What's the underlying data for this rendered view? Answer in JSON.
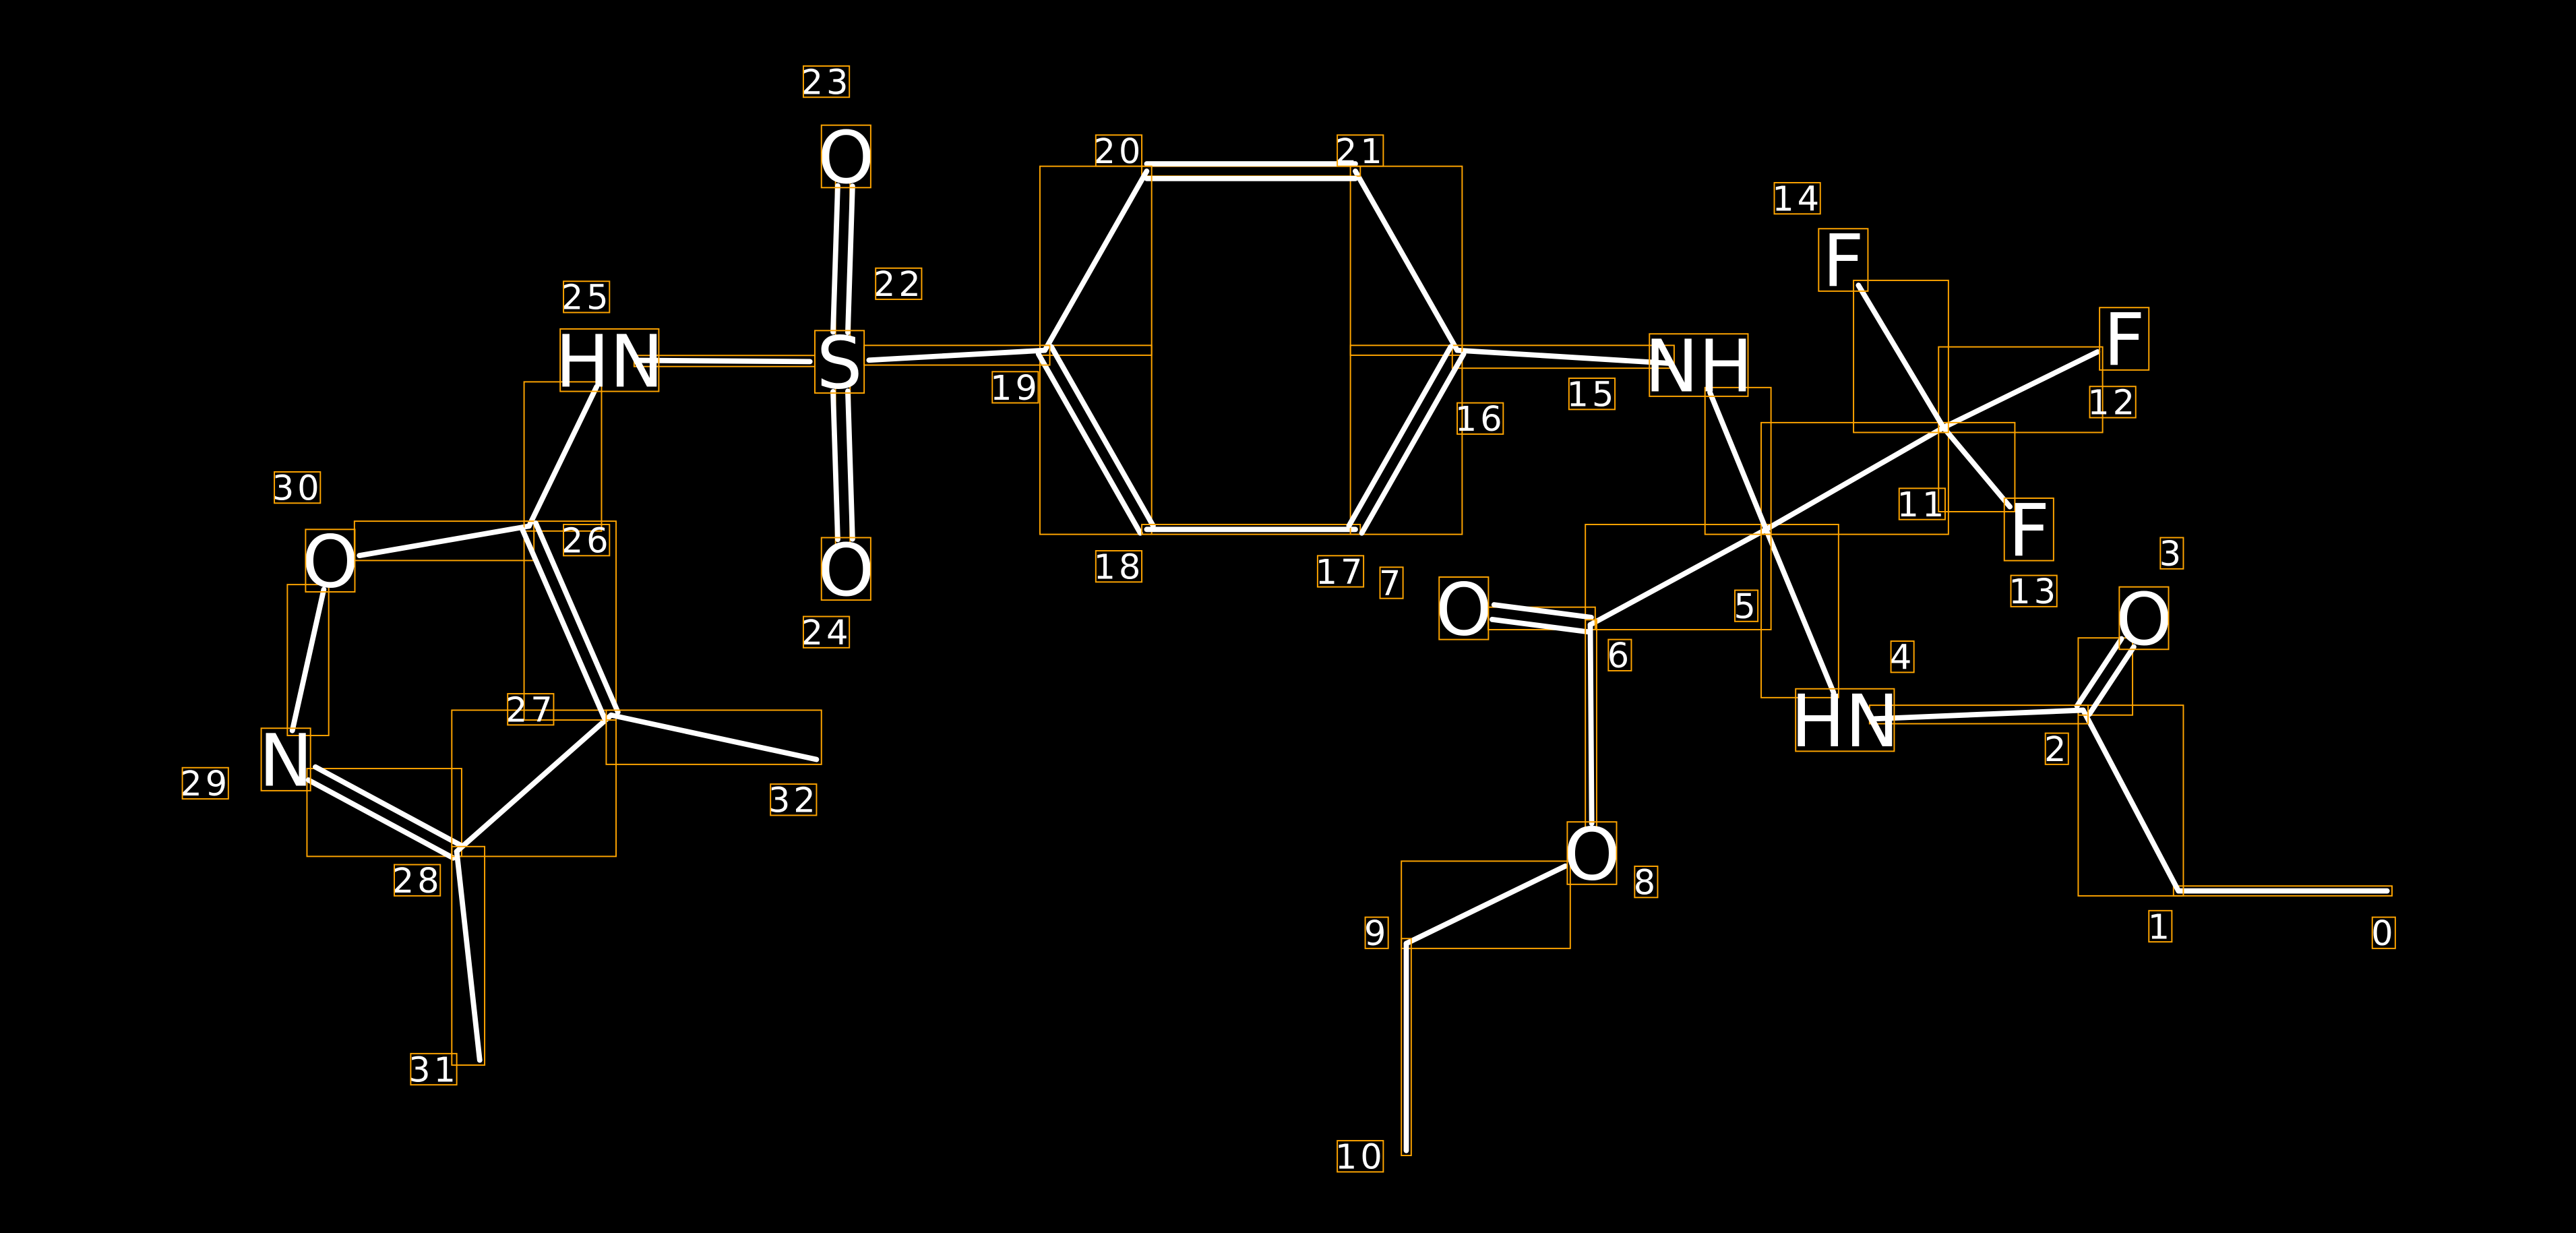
{
  "colors": {
    "background": "#000000",
    "bond": "#ffffff",
    "box": "#ffa500",
    "text": "#ffffff"
  },
  "atoms": [
    {
      "index": "0",
      "symbol": ""
    },
    {
      "index": "1",
      "symbol": ""
    },
    {
      "index": "2",
      "symbol": ""
    },
    {
      "index": "3",
      "symbol": "O"
    },
    {
      "index": "4",
      "symbol": "HN"
    },
    {
      "index": "5",
      "symbol": ""
    },
    {
      "index": "6",
      "symbol": ""
    },
    {
      "index": "7",
      "symbol": "O"
    },
    {
      "index": "8",
      "symbol": "O"
    },
    {
      "index": "9",
      "symbol": ""
    },
    {
      "index": "10",
      "symbol": ""
    },
    {
      "index": "11",
      "symbol": ""
    },
    {
      "index": "12",
      "symbol": "F"
    },
    {
      "index": "13",
      "symbol": "F"
    },
    {
      "index": "14",
      "symbol": "F"
    },
    {
      "index": "15",
      "symbol": "NH"
    },
    {
      "index": "16",
      "symbol": ""
    },
    {
      "index": "17",
      "symbol": ""
    },
    {
      "index": "18",
      "symbol": ""
    },
    {
      "index": "19",
      "symbol": ""
    },
    {
      "index": "20",
      "symbol": ""
    },
    {
      "index": "21",
      "symbol": ""
    },
    {
      "index": "22",
      "symbol": "S"
    },
    {
      "index": "23",
      "symbol": "O"
    },
    {
      "index": "24",
      "symbol": "O"
    },
    {
      "index": "25",
      "symbol": "HN"
    },
    {
      "index": "26",
      "symbol": ""
    },
    {
      "index": "27",
      "symbol": ""
    },
    {
      "index": "28",
      "symbol": ""
    },
    {
      "index": "29",
      "symbol": "N"
    },
    {
      "index": "30",
      "symbol": "O"
    },
    {
      "index": "31",
      "symbol": ""
    },
    {
      "index": "32",
      "symbol": ""
    }
  ],
  "bonds": [
    [
      0,
      1,
      1
    ],
    [
      1,
      2,
      1
    ],
    [
      2,
      3,
      2
    ],
    [
      2,
      4,
      1
    ],
    [
      4,
      5,
      1
    ],
    [
      5,
      6,
      1
    ],
    [
      6,
      7,
      2
    ],
    [
      6,
      8,
      1
    ],
    [
      8,
      9,
      1
    ],
    [
      9,
      10,
      1
    ],
    [
      5,
      11,
      1
    ],
    [
      11,
      12,
      1
    ],
    [
      11,
      13,
      1
    ],
    [
      11,
      14,
      1
    ],
    [
      5,
      15,
      1
    ],
    [
      15,
      16,
      1
    ],
    [
      16,
      21,
      1
    ],
    [
      21,
      20,
      2
    ],
    [
      20,
      19,
      1
    ],
    [
      19,
      18,
      2
    ],
    [
      18,
      17,
      1
    ],
    [
      17,
      16,
      2
    ],
    [
      19,
      22,
      1
    ],
    [
      22,
      23,
      2
    ],
    [
      22,
      24,
      2
    ],
    [
      22,
      25,
      1
    ],
    [
      25,
      26,
      1
    ],
    [
      26,
      30,
      1
    ],
    [
      30,
      29,
      1
    ],
    [
      29,
      28,
      2
    ],
    [
      28,
      27,
      1
    ],
    [
      27,
      26,
      2
    ],
    [
      27,
      32,
      1
    ],
    [
      28,
      31,
      1
    ]
  ]
}
